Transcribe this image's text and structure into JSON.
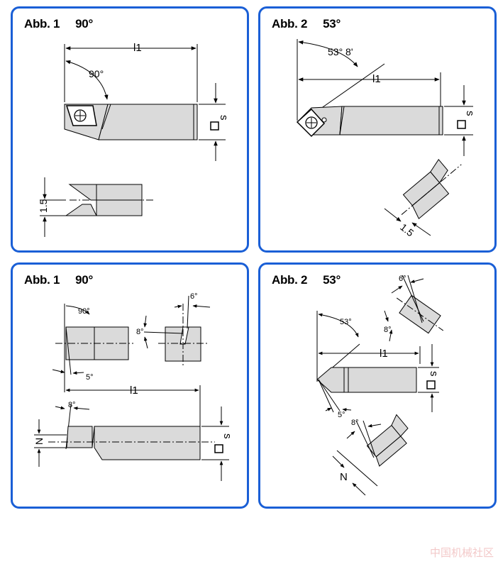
{
  "panels": [
    {
      "title": "Abb. 1",
      "angle": "90°",
      "dims": {
        "length": "l1",
        "angle": "90°",
        "height": "1.5",
        "square": "s"
      }
    },
    {
      "title": "Abb. 2",
      "angle": "53°",
      "dims": {
        "length": "l1",
        "angle": "53° 8'",
        "height": "1.5",
        "square": "s"
      }
    },
    {
      "title": "Abb. 1",
      "angle": "90°",
      "dims": {
        "length": "l1",
        "angle_top": "90°",
        "angle_side": "5°",
        "angle_8": "8°",
        "angle_6": "6°",
        "angle_8b": "8°",
        "height": "N",
        "square": "s"
      }
    },
    {
      "title": "Abb. 2",
      "angle": "53°",
      "dims": {
        "length": "l1",
        "angle_top": "53°",
        "angle_side": "5°",
        "angle_6": "6°",
        "angle_8": "8°",
        "angle_8b": "8°",
        "height": "N",
        "square": "s"
      }
    }
  ],
  "watermark": "中国机械社区",
  "colors": {
    "border": "#1a5fd6",
    "metal": "#dadada",
    "line": "#000000"
  }
}
